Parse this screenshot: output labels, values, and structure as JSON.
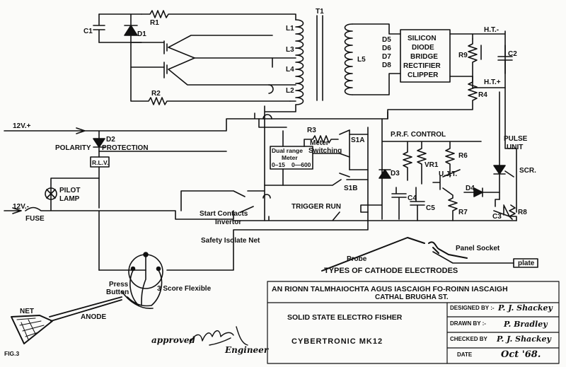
{
  "colors": {
    "ink": "#111111",
    "paper": "#fbfbf9"
  },
  "components": {
    "c1": "C1",
    "d1": "D1",
    "r1": "R1",
    "r2": "R2",
    "t1": "T1",
    "l1": "L1",
    "l2": "L2",
    "l3": "L3",
    "l4": "L4",
    "l5": "L5",
    "d5": "D5",
    "d6": "D6",
    "d7": "D7",
    "d8": "D8",
    "rect_1": "SILICON",
    "rect_2": "DIODE",
    "rect_3": "BRIDGE",
    "rect_4": "RECTIFIER",
    "rect_5": "CLIPPER",
    "ht_minus": "H.T.-",
    "ht_plus": "H.T.+",
    "r9": "R9",
    "c2": "C2",
    "r4": "R4",
    "v12_top": "12V.+",
    "d2": "D2",
    "polarity": "POLARITY",
    "protection": "PROTECTION",
    "rlv": "R.L.V.",
    "r3": "R3",
    "meter_sw_1": "Meter",
    "meter_sw_2": "Switching",
    "s1a": "S1A",
    "s1b": "S1B",
    "dual_1": "Dual range",
    "dual_2": "Meter",
    "range_1": "0–15",
    "range_2": "0—600",
    "prf": "P.R.F. CONTROL",
    "vr1": "VR1",
    "r6": "R6",
    "ujt": "U.J.T.",
    "d3": "D3",
    "d4": "D4",
    "c4": "C4",
    "c5": "C5",
    "r7": "R7",
    "pulse_1": "PULSE",
    "pulse_2": "UNIT",
    "scr": "SCR.",
    "c3": "C3",
    "r8": "R8",
    "pilot_1": "PILOT",
    "pilot_2": "LAMP",
    "v12_bot": "12V.-",
    "fuse": "FUSE",
    "start_contacts": "Start Contacts",
    "invertor": "Invertor",
    "trigger_run": "TRIGGER RUN",
    "safety": "Safety Isolate Net",
    "panel_socket": "Panel Socket",
    "probe": "Probe",
    "plate": "plate",
    "types": "TYPES OF CATHODE ELECTRODES",
    "press_1": "Press",
    "press_2": "Button",
    "flexible": "3 Score Flexible",
    "net": "NET",
    "anode": "ANODE",
    "fig": "FIG.3",
    "approved": "approved",
    "engineer": "Engineer"
  },
  "title_block": {
    "dept_line1": "AN RIONN TALMHAIOCHTA AGUS IASCAIGH FO-ROINN IASCAIGH",
    "dept_line2": "CATHAL BRUGHA ST.",
    "title": "SOLID STATE ELECTRO FISHER",
    "model": "CYBERTRONIC MK12",
    "designed_label": "DESIGNED BY :-",
    "designed_value": "P. J. Shackey",
    "drawn_label": "DRAWN BY :-",
    "drawn_value": "P. Bradley",
    "checked_label": "CHECKED BY",
    "checked_value": "P. J. Shackey",
    "date_label": "DATE",
    "date_value": "Oct '68."
  }
}
